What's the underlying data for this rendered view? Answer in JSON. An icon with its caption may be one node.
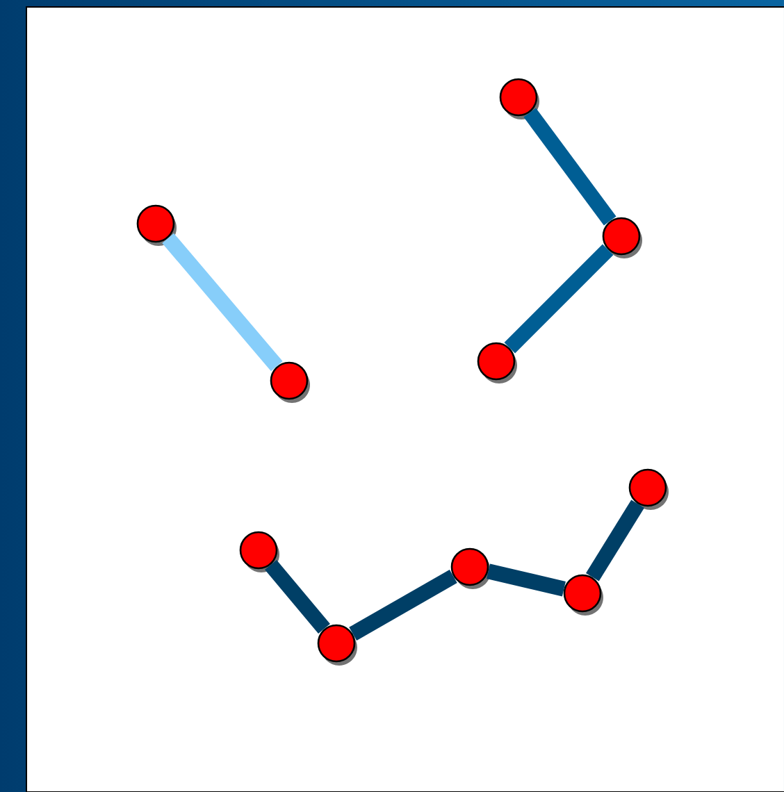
{
  "diagram": {
    "nodes": [
      {
        "text": [],
        "shape": "circle"
      },
      {
        "text": [],
        "shape": "circle"
      },
      {
        "text": [],
        "shape": "circle"
      },
      {
        "text": [],
        "shape": "circle"
      },
      {
        "text": [],
        "shape": "circle"
      },
      {
        "text": [],
        "shape": "circle"
      },
      {
        "text": [],
        "shape": "circle"
      },
      {
        "text": [],
        "shape": "circle"
      },
      {
        "text": [],
        "shape": "circle"
      },
      {
        "text": [],
        "shape": "circle"
      }
    ],
    "edges": [
      {
        "from": 0,
        "to": 1,
        "arrow": "none",
        "color": "#87cefa"
      },
      {
        "from": 2,
        "to": 3,
        "arrow": "none",
        "color": "#005e94"
      },
      {
        "from": 3,
        "to": 4,
        "arrow": "none",
        "color": "#005e94"
      },
      {
        "from": 5,
        "to": 6,
        "arrow": "none"
      },
      {
        "from": 6,
        "to": 7,
        "arrow": "none"
      },
      {
        "from": 7,
        "to": 8,
        "arrow": "none"
      },
      {
        "from": 8,
        "to": 9,
        "arrow": "none"
      }
    ]
  }
}
